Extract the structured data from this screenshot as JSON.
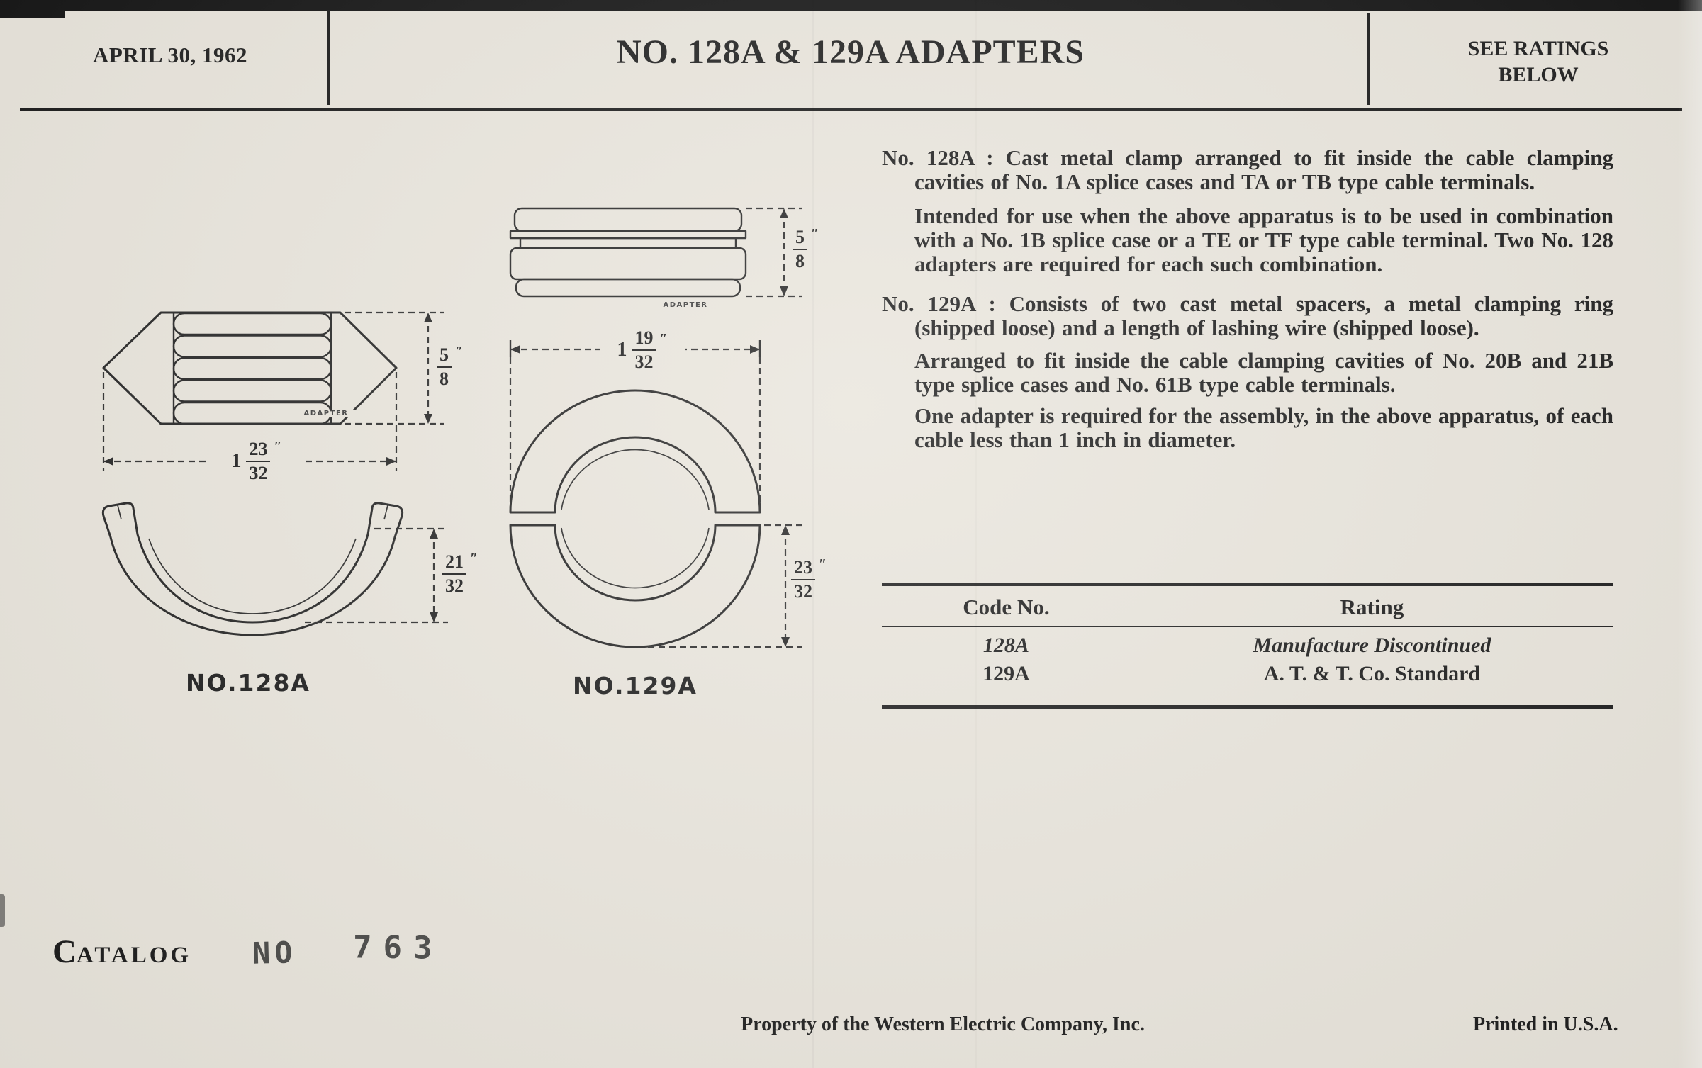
{
  "page": {
    "paper_color": "#e9e5dc",
    "ink_color": "#1d1d1d",
    "inch_mark": "″"
  },
  "header": {
    "date": "APRIL 30, 1962",
    "title": "NO. 128A & 129A ADAPTERS",
    "ratings_line1": "SEE RATINGS",
    "ratings_line2": "BELOW"
  },
  "description": {
    "p1": "No. 128A :  Cast metal clamp arranged to fit inside the cable clamping cavities of No. 1A splice cases and TA or TB type cable terminals.",
    "p2": "Intended for use when the above apparatus is to be used in combination with a No. 1B splice case or a TE or TF type cable terminal.  Two No. 128 adapters are required for each such combination.",
    "p3": "No. 129A :  Consists of two cast metal spacers, a metal clamping ring (shipped loose) and a length of lashing wire (shipped loose).",
    "p4": "Arranged to fit inside the cable clamping cavities of No. 20B and 21B type splice cases and No. 61B type cable terminals.",
    "p5": "One adapter is required for the assembly, in the above apparatus, of each cable less than 1 inch in diameter."
  },
  "ratings_table": {
    "col1": "Code No.",
    "col2": "Rating",
    "rows": [
      {
        "code": "128A",
        "rating": "Manufacture Discontinued"
      },
      {
        "code": "129A",
        "rating": "A. T. & T. Co. Standard"
      }
    ]
  },
  "figures": {
    "fig128a": {
      "label": "NO.128A",
      "adapter_text": "ADAPTER",
      "dim_height": {
        "num": "5",
        "den": "8"
      },
      "dim_width": {
        "whole": "1",
        "num": "23",
        "den": "32"
      },
      "dim_saddle": {
        "num": "21",
        "den": "32"
      }
    },
    "fig129a": {
      "label": "NO.129A",
      "adapter_text": "ADAPTER",
      "dim_height": {
        "num": "5",
        "den": "8"
      },
      "dim_width": {
        "whole": "1",
        "num": "19",
        "den": "32"
      },
      "dim_lower": {
        "num": "23",
        "den": "32"
      }
    }
  },
  "catalog": {
    "label_initial": "C",
    "label_rest": "ATALOG",
    "stamp_word": "NO",
    "stamp_number": "763"
  },
  "footer": {
    "property_line": "Property of the Western Electric Company, Inc.",
    "printed_line": "Printed in U.S.A."
  }
}
